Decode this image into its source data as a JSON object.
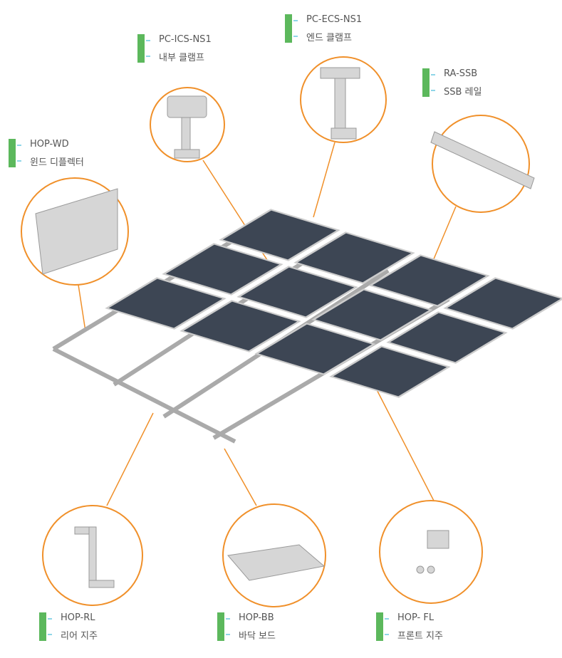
{
  "colors": {
    "accent": "#f0902a",
    "label_bar": "#5cb85c",
    "tick": "#8fd6e8"
  },
  "components": [
    {
      "id": "ics",
      "code": "PC-ICS-NS1",
      "name": "내부 클램프"
    },
    {
      "id": "ecs",
      "code": "PC-ECS-NS1",
      "name": "엔드 클램프"
    },
    {
      "id": "ssb",
      "code": "RA-SSB",
      "name": "SSB 레일"
    },
    {
      "id": "wd",
      "code": "HOP-WD",
      "name": "윈드 디플렉터"
    },
    {
      "id": "rl",
      "code": "HOP-RL",
      "name": "리어 지주"
    },
    {
      "id": "bb",
      "code": "HOP-BB",
      "name": "바닥 보드"
    },
    {
      "id": "fl",
      "code": "HOP- FL",
      "name": "프론트 지주"
    }
  ]
}
